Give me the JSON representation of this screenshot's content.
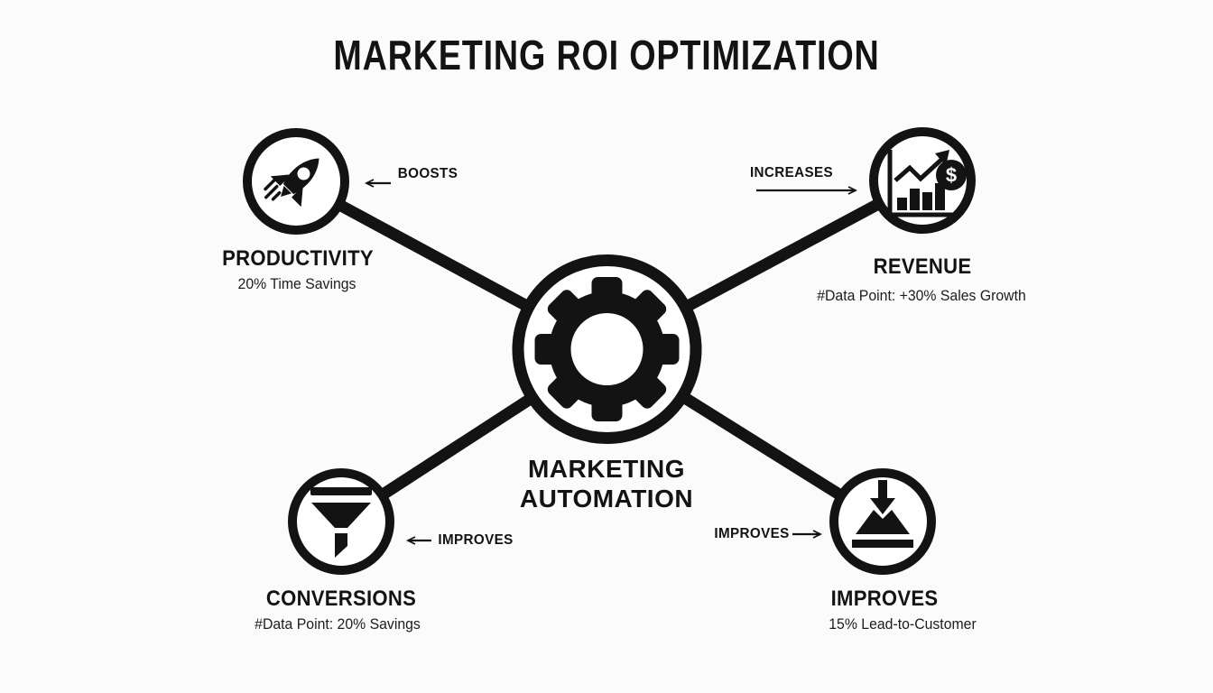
{
  "title": "MARKETING ROI OPTIMIZATION",
  "center": {
    "label_line1": "MARKETING",
    "label_line2": "AUTOMATION",
    "icon": "gear-icon"
  },
  "nodes": [
    {
      "id": "productivity",
      "label": "PRODUCTIVITY",
      "sublabel": "20% Time Savings",
      "icon": "rocket-icon",
      "connector_label": "BOOSTS",
      "connector_direction": "left"
    },
    {
      "id": "revenue",
      "label": "REVENUE",
      "sublabel": "#Data Point: +30% Sales Growth",
      "icon": "bar-chart-dollar-icon",
      "connector_label": "INCREASES",
      "connector_direction": "right"
    },
    {
      "id": "conversions",
      "label": "CONVERSIONS",
      "sublabel": "#Data Point: 20% Savings",
      "icon": "funnel-icon",
      "connector_label": "IMPROVES",
      "connector_direction": "left"
    },
    {
      "id": "improves",
      "label": "IMPROVES",
      "sublabel": "15% Lead-to-Customer",
      "icon": "download-arrow-icon",
      "connector_label": "IMPROVES",
      "connector_direction": "right"
    }
  ],
  "icons": {
    "dollar_glyph": "$"
  },
  "colors": {
    "ink": "#131313",
    "background": "#fbfbfb"
  }
}
